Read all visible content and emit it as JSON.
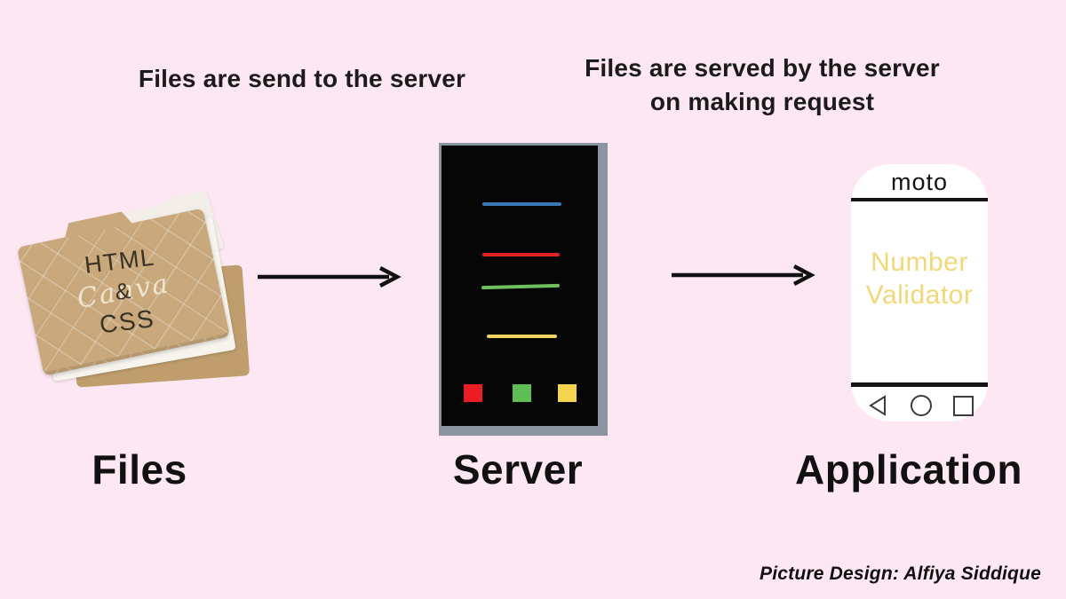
{
  "captions": {
    "left": "Files are send to the server",
    "right": {
      "line1": "Files are served by the server",
      "line2": "on making request"
    }
  },
  "files": {
    "label": "Files",
    "folder": {
      "line1": "HTML",
      "amp": "&",
      "line2": "CSS",
      "watermark": "Canva"
    }
  },
  "server": {
    "label": "Server",
    "line_colors": [
      "#3878b6",
      "#e2221f",
      "#6fc05f",
      "#efd35e"
    ],
    "square_colors": [
      "#ea1d24",
      "#5fbe53",
      "#f4d44f"
    ]
  },
  "application": {
    "label": "Application",
    "brand": "moto",
    "app_line1": "Number",
    "app_line2": "Validator",
    "accent_color": "#f0d878"
  },
  "credit": "Picture Design: Alfiya Siddique"
}
